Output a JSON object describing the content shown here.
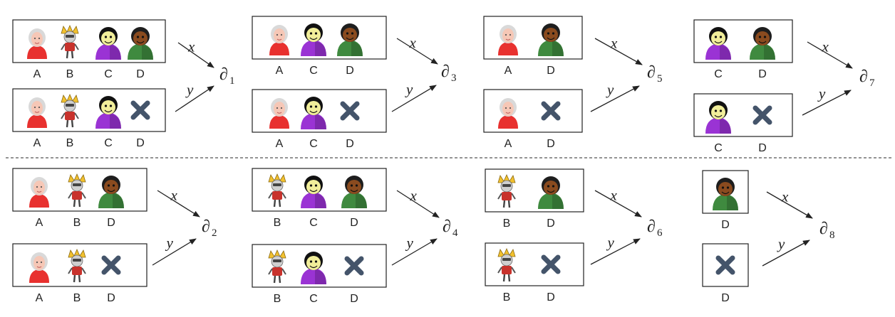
{
  "edge_labels": {
    "x": "x",
    "y": "y",
    "partial": "∂"
  },
  "absent_icon": "cross-icon",
  "people": {
    "A": {
      "icon": "elderly-woman-icon",
      "color": "#e8312f"
    },
    "B": {
      "icon": "robot-figure-icon",
      "color": "#c8322c"
    },
    "C": {
      "icon": "purple-person-icon",
      "color": "#9a33d4"
    },
    "D": {
      "icon": "green-person-icon",
      "color": "#3f8a3f"
    }
  },
  "colors": {
    "cross": "#44546a",
    "frame": "#222222",
    "divider": "#555555"
  },
  "groups": [
    {
      "id": "1",
      "sub": "1",
      "top": {
        "items": [
          {
            "who": "A",
            "label": "A"
          },
          {
            "who": "B",
            "label": "B"
          },
          {
            "who": "C",
            "label": "C"
          },
          {
            "who": "D",
            "label": "D"
          }
        ]
      },
      "bottom": {
        "items": [
          {
            "who": "A",
            "label": "A"
          },
          {
            "who": "B",
            "label": "B"
          },
          {
            "who": "C",
            "label": "C"
          },
          {
            "who": "X",
            "label": "D"
          }
        ]
      }
    },
    {
      "id": "3",
      "sub": "3",
      "top": {
        "items": [
          {
            "who": "A",
            "label": "A"
          },
          {
            "who": "C",
            "label": "C"
          },
          {
            "who": "D",
            "label": "D"
          }
        ]
      },
      "bottom": {
        "items": [
          {
            "who": "A",
            "label": "A"
          },
          {
            "who": "C",
            "label": "C"
          },
          {
            "who": "X",
            "label": "D"
          }
        ]
      }
    },
    {
      "id": "5",
      "sub": "5",
      "top": {
        "items": [
          {
            "who": "A",
            "label": "A"
          },
          {
            "who": "D",
            "label": "D"
          }
        ]
      },
      "bottom": {
        "items": [
          {
            "who": "A",
            "label": "A"
          },
          {
            "who": "X",
            "label": "D"
          }
        ]
      }
    },
    {
      "id": "7",
      "sub": "7",
      "top": {
        "items": [
          {
            "who": "C",
            "label": "C"
          },
          {
            "who": "D",
            "label": "D"
          }
        ]
      },
      "bottom": {
        "items": [
          {
            "who": "C",
            "label": "C"
          },
          {
            "who": "X",
            "label": "D"
          }
        ]
      }
    },
    {
      "id": "2",
      "sub": "2",
      "top": {
        "items": [
          {
            "who": "A",
            "label": "A"
          },
          {
            "who": "B",
            "label": "B"
          },
          {
            "who": "D",
            "label": "D"
          }
        ]
      },
      "bottom": {
        "items": [
          {
            "who": "A",
            "label": "A"
          },
          {
            "who": "B",
            "label": "B"
          },
          {
            "who": "X",
            "label": "D"
          }
        ]
      }
    },
    {
      "id": "4",
      "sub": "4",
      "top": {
        "items": [
          {
            "who": "B",
            "label": "B"
          },
          {
            "who": "C",
            "label": "C"
          },
          {
            "who": "D",
            "label": "D"
          }
        ]
      },
      "bottom": {
        "items": [
          {
            "who": "B",
            "label": "B"
          },
          {
            "who": "C",
            "label": "C"
          },
          {
            "who": "X",
            "label": "D"
          }
        ]
      }
    },
    {
      "id": "6",
      "sub": "6",
      "top": {
        "items": [
          {
            "who": "B",
            "label": "B"
          },
          {
            "who": "D",
            "label": "D"
          }
        ]
      },
      "bottom": {
        "items": [
          {
            "who": "B",
            "label": "B"
          },
          {
            "who": "X",
            "label": "D"
          }
        ]
      }
    },
    {
      "id": "8",
      "sub": "8",
      "top": {
        "items": [
          {
            "who": "D",
            "label": "D"
          }
        ]
      },
      "bottom": {
        "items": [
          {
            "who": "X",
            "label": "D"
          }
        ]
      }
    }
  ]
}
